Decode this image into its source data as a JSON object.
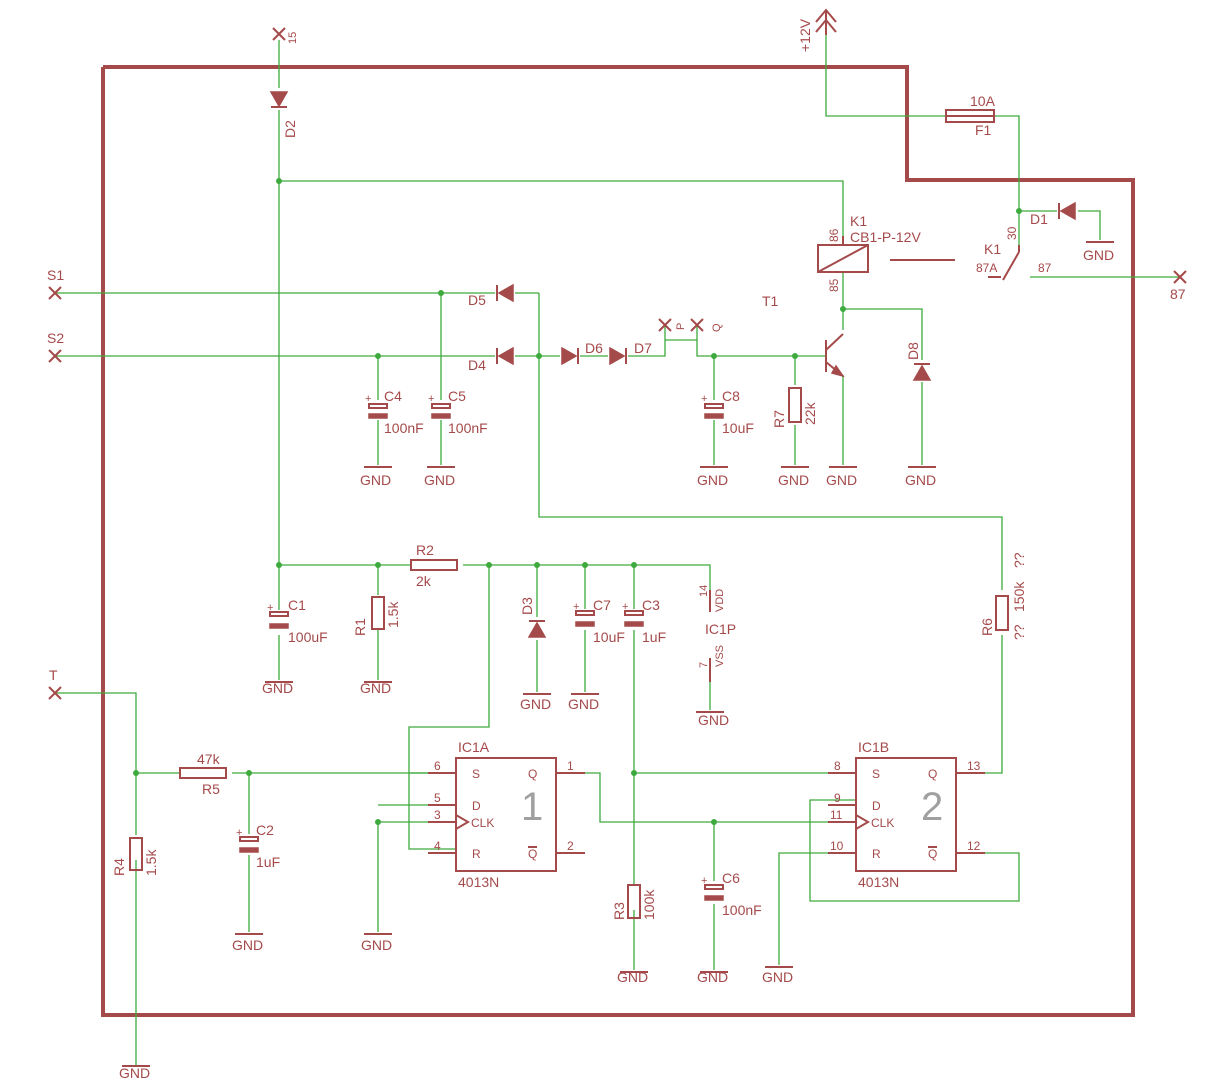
{
  "nets": {
    "t15": "15",
    "v12": "+12V",
    "s1": "S1",
    "s2": "S2",
    "t": "T",
    "t87": "87"
  },
  "fuse": {
    "name": "F1",
    "value": "10A"
  },
  "relay": {
    "name": "K1",
    "value": "CB1-P-12V",
    "pin86": "86",
    "pin85": "85",
    "sw_name": "K1",
    "pin30": "30",
    "pin87a": "87A",
    "pin87": "87"
  },
  "transistor": {
    "name": "T1"
  },
  "diodes": {
    "d1": "D1",
    "d2": "D2",
    "d3": "D3",
    "d4": "D4",
    "d5": "D5",
    "d6": "D6",
    "d7": "D7",
    "d8": "D8"
  },
  "pads": {
    "p": "P",
    "q": "Q"
  },
  "caps": {
    "c1": {
      "name": "C1",
      "value": "100uF"
    },
    "c2": {
      "name": "C2",
      "value": "1uF"
    },
    "c3": {
      "name": "C3",
      "value": "1uF"
    },
    "c4": {
      "name": "C4",
      "value": "100nF"
    },
    "c5": {
      "name": "C5",
      "value": "100nF"
    },
    "c6": {
      "name": "C6",
      "value": "100nF"
    },
    "c7": {
      "name": "C7",
      "value": "10uF"
    },
    "c8": {
      "name": "C8",
      "value": "10uF"
    }
  },
  "res": {
    "r1": {
      "name": "R1",
      "value": "1.5k"
    },
    "r2": {
      "name": "R2",
      "value": "2k"
    },
    "r3": {
      "name": "R3",
      "value": "100k"
    },
    "r4": {
      "name": "R4",
      "value": "1.5k"
    },
    "r5": {
      "name": "R5",
      "value": "47k"
    },
    "r6": {
      "name": "R6",
      "value": "150k",
      "note_a": "??",
      "note_b": "??"
    },
    "r7": {
      "name": "R7",
      "value": "22k"
    }
  },
  "gnd": "GND",
  "ic1p": {
    "name": "IC1P",
    "pin14": "14",
    "vdd": "VDD",
    "pin7": "7",
    "vss": "VSS"
  },
  "ic1a": {
    "name": "IC1A",
    "part": "4013N",
    "num": "1",
    "s": "S",
    "d": "D",
    "clk": "CLK",
    "r": "R",
    "q": "Q",
    "qn": "Q",
    "p6": "6",
    "p5": "5",
    "p3": "3",
    "p4": "4",
    "p1": "1",
    "p2": "2"
  },
  "ic1b": {
    "name": "IC1B",
    "part": "4013N",
    "num": "2",
    "s": "S",
    "d": "D",
    "clk": "CLK",
    "r": "R",
    "q": "Q",
    "qn": "Q",
    "p8": "8",
    "p9": "9",
    "p11": "11",
    "p10": "10",
    "p13": "13",
    "p12": "12"
  }
}
